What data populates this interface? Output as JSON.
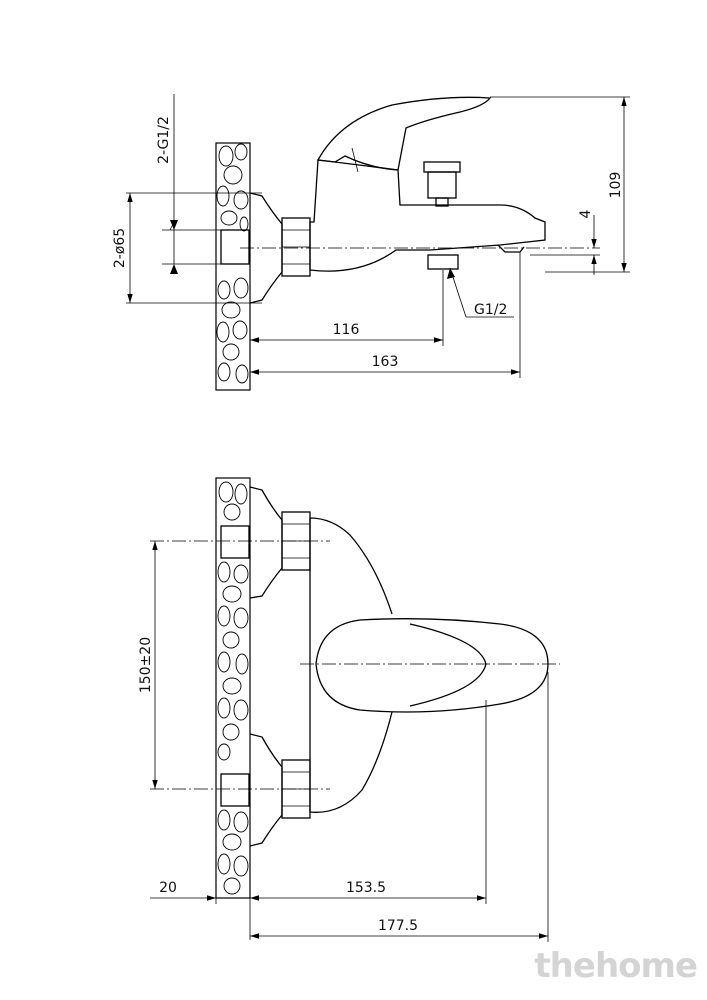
{
  "side_view": {
    "dim_outlet_height": "4",
    "dim_total_height": "109",
    "dim_inlet_thread": "2-G1/2",
    "dim_flange_diameter": "2-ø65",
    "dim_outlet_thread": "G1/2",
    "dim_to_outlet": "116",
    "dim_total_depth": "163"
  },
  "front_view": {
    "dim_inlet_spacing": "150±20",
    "dim_wall": "20",
    "dim_to_handle": "153.5",
    "dim_total_depth": "177.5"
  },
  "watermark": "thehome"
}
